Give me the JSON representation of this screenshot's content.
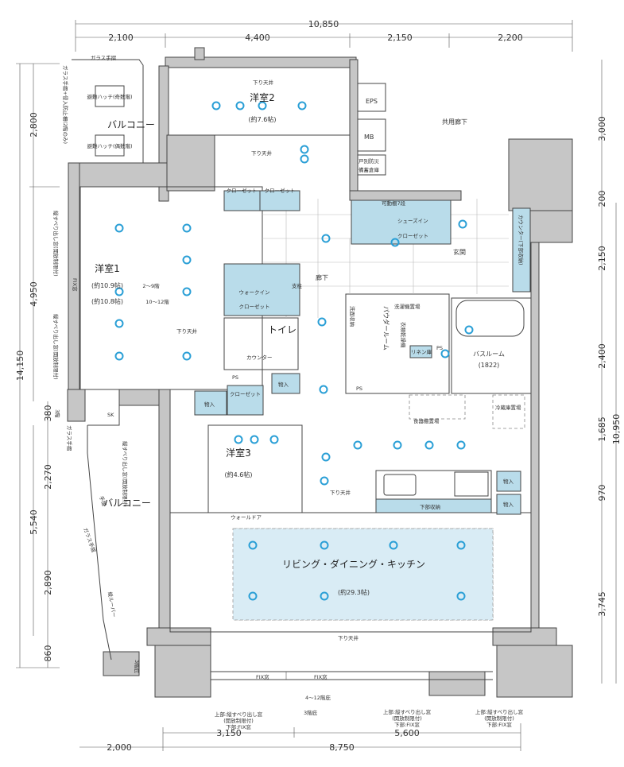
{
  "colors": {
    "wall": "#c6c6c6",
    "closet": "#b9dcea",
    "ldk": "#d9ecf5",
    "fixture": "#2a9fd6"
  },
  "dimensions": {
    "top_total": "10,850",
    "top": [
      "2,100",
      "4,400",
      "2,150",
      "2,200"
    ],
    "left_total": "14,150",
    "left": [
      "2,800",
      "4,950",
      "380",
      "2,270",
      "5,540",
      "2,890",
      "860"
    ],
    "right": [
      "3,000",
      "200",
      "2,150",
      "2,400",
      "1,685",
      "970",
      "3,745"
    ],
    "right_total": "10,950",
    "bottom": [
      "3,150",
      "5,600"
    ],
    "bottom_total": [
      "2,000",
      "8,750"
    ]
  },
  "rooms": {
    "western2": {
      "name": "洋室2",
      "size": "(約7.6帖)"
    },
    "western1": {
      "name": "洋室1",
      "size_a": "(約10.9帖)",
      "floors_a": "2〜9階",
      "size_b": "(約10.8帖)",
      "floors_b": "10〜12階"
    },
    "western3": {
      "name": "洋室3",
      "size": "(約4.6帖)"
    },
    "ldk": {
      "name": "リビング・ダイニング・キッチン",
      "size": "(約29.3帖)"
    },
    "balcony_top": "バルコニー",
    "balcony_bottom": "バルコニー",
    "hallway": "廊下",
    "entrance": "玄関",
    "common_corridor": "共用廊下",
    "toilet": "トイレ",
    "powder_room": "パウダールーム",
    "bathroom": {
      "name": "バスルーム",
      "size": "(1822)"
    }
  },
  "labels": {
    "glass_rail": "ガラス手摺",
    "glass_rail_side": "ガラス手摺+侵入防止柵(2階のみ)",
    "hatch_odd": "避難ハッチ(奇数階)",
    "hatch_even": "避難ハッチ(偶数階)",
    "closet": "クローゼット",
    "walkin_1": "ウォークイン",
    "walkin_2": "クローゼット",
    "pillar": "支柱",
    "shelves": "可動棚7段",
    "shoes_in_1": "シューズイン",
    "shoes_in_2": "クローゼット",
    "counter": "カウンター",
    "counter_storage": "カウンター(下部収納)",
    "eps": "EPS",
    "mb": "MB",
    "storage_1": "戸別防災",
    "storage_2": "備蓄倉庫",
    "ps": "PS",
    "storage": "物入",
    "washer": "洗濯機置場",
    "dryer": "衣類乾燥機",
    "linen": "リネン庫",
    "wash_storage": "洗面収納",
    "dish_shelf": "食器棚置場",
    "fridge": "冷蔵庫置場",
    "lower_storage": "下部収納",
    "wall_door": "ウォールドア",
    "lowered_ceiling": "下り天井",
    "fix_window": "FIX窓",
    "sk": "SK",
    "eave_4_12": "4〜12階庇",
    "eave_3": "3階庇",
    "window_note_1": "上部:縦すべり出し窓",
    "window_note_2": "(開放制限付)",
    "window_note_3": "下部:FIX窓",
    "vertical_window": "縦すべり出し窓(開放制限付)",
    "fix_window_side": "FIX窓",
    "louver": "縦ルーバー",
    "handrail": "手摺",
    "floor3": "3階",
    "floor3_eave": "3階庇"
  }
}
